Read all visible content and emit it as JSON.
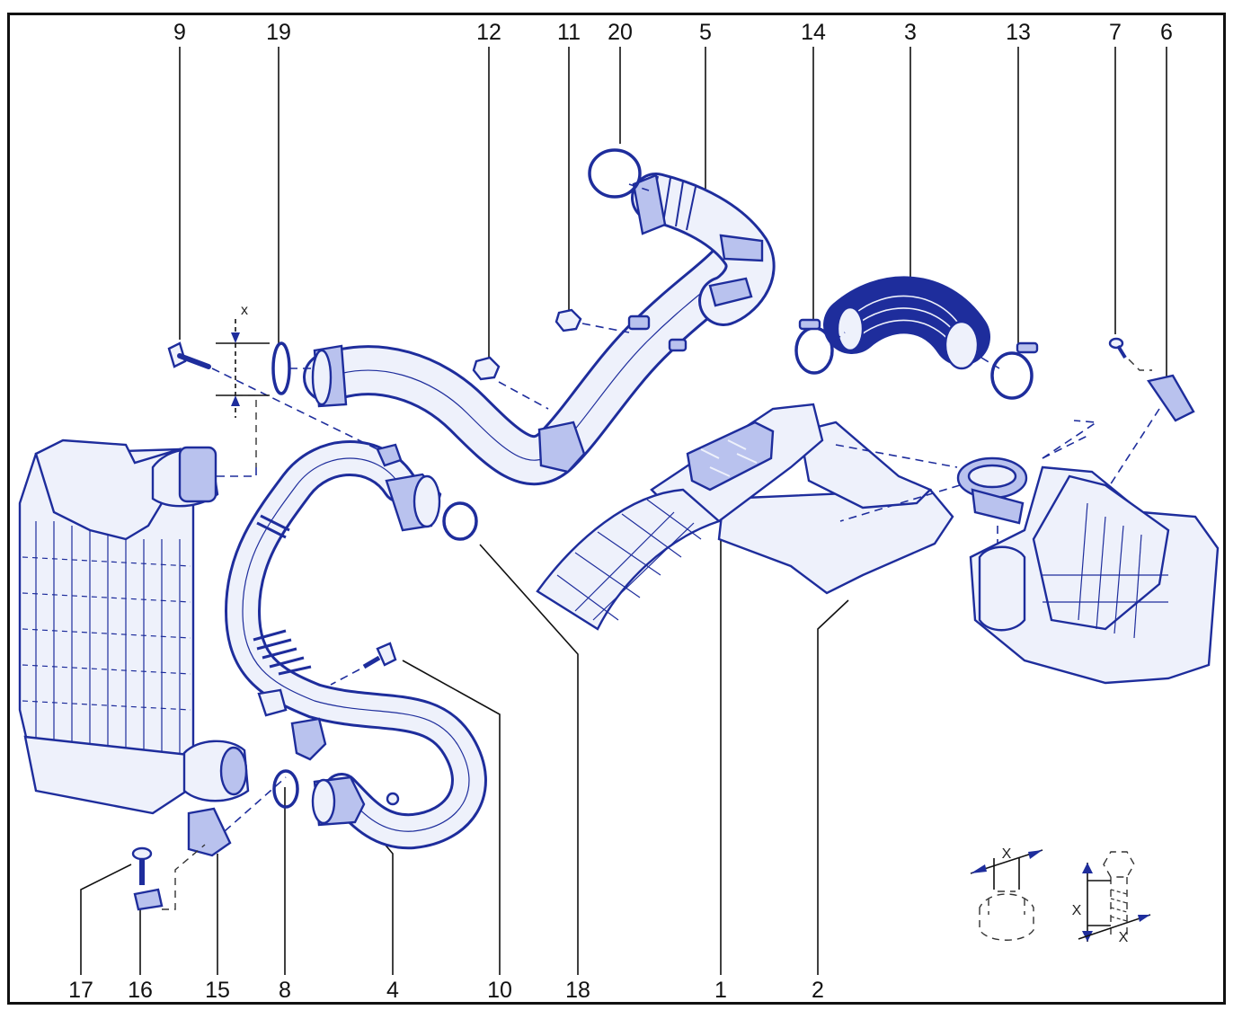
{
  "diagram": {
    "callouts_top": [
      {
        "id": "9",
        "label": "9"
      },
      {
        "id": "19",
        "label": "19"
      },
      {
        "id": "12",
        "label": "12"
      },
      {
        "id": "11",
        "label": "11"
      },
      {
        "id": "20",
        "label": "20"
      },
      {
        "id": "5",
        "label": "5"
      },
      {
        "id": "14",
        "label": "14"
      },
      {
        "id": "3",
        "label": "3"
      },
      {
        "id": "13",
        "label": "13"
      },
      {
        "id": "7",
        "label": "7"
      },
      {
        "id": "6",
        "label": "6"
      }
    ],
    "callouts_bottom": [
      {
        "id": "17",
        "label": "17"
      },
      {
        "id": "16",
        "label": "16"
      },
      {
        "id": "15",
        "label": "15"
      },
      {
        "id": "8",
        "label": "8"
      },
      {
        "id": "4",
        "label": "4"
      },
      {
        "id": "10",
        "label": "10"
      },
      {
        "id": "18",
        "label": "18"
      },
      {
        "id": "1",
        "label": "1"
      },
      {
        "id": "2",
        "label": "2"
      }
    ],
    "dimension_labels": {
      "x_top": "x",
      "x_nut": "X",
      "x_bolt_side": "X",
      "x_bolt_bottom": "X"
    },
    "colors": {
      "line": "#1e2d9c",
      "fill_light": "#eef1fb",
      "fill_dark": "#b9c2ee",
      "text": "#111111"
    }
  }
}
